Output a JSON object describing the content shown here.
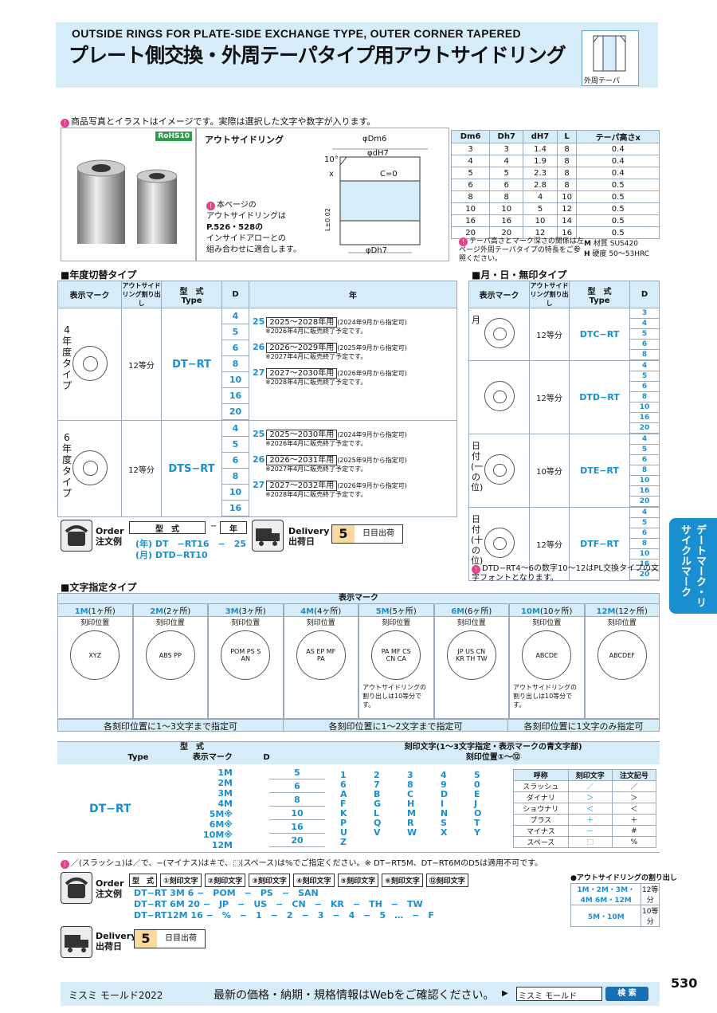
{
  "header": {
    "en_title": "OUTSIDE RINGS FOR PLATE-SIDE EXCHANGE TYPE, OUTER CORNER TAPERED",
    "jp_title": "プレート側交換・外周テーパタイプ用アウトサイドリング",
    "taper_label": "外周テーパ"
  },
  "note_top": "商品写真とイラストはイメージです。実際は選択した文字や数字が入ります。",
  "rohs": "RoHS10",
  "diagram": {
    "label": "アウトサイドリング",
    "dm6": "φDm6",
    "dh7": "φdH7",
    "angle": "10°",
    "c0": "C=0",
    "x": "x",
    "l": "L±0.02",
    "dh7b": "φDh7"
  },
  "compat_note": [
    "本ページの",
    "アウトサイドリングは",
    "P.526・528の",
    "インサイドアローとの",
    "組み合わせに適合します。"
  ],
  "dim_table": {
    "headers": [
      "Dm6",
      "Dh7",
      "dH7",
      "L",
      "テーパ高さx"
    ],
    "rows": [
      [
        "3",
        "3",
        "1.4",
        "8",
        "0.4"
      ],
      [
        "4",
        "4",
        "1.9",
        "8",
        "0.4"
      ],
      [
        "5",
        "5",
        "2.3",
        "8",
        "0.4"
      ],
      [
        "6",
        "6",
        "2.8",
        "8",
        "0.5"
      ],
      [
        "8",
        "8",
        "4",
        "10",
        "0.5"
      ],
      [
        "10",
        "10",
        "5",
        "12",
        "0.5"
      ],
      [
        "16",
        "16",
        "10",
        "14",
        "0.5"
      ],
      [
        "20",
        "20",
        "12",
        "16",
        "0.5"
      ]
    ]
  },
  "taper_note": "テーパ高さとマーク深さの関係は左ページ外周テーパタイプの特長をご参照ください。",
  "material": {
    "m": "材質",
    "m_val": "SUS420",
    "h": "硬度",
    "h_val": "50〜53HRC"
  },
  "year_sec": {
    "title": "■年度切替タイプ",
    "h_mark": "表示マーク",
    "h_split": "アウトサイドリング割り出し",
    "h_type": "型　式",
    "h_type2": "Type",
    "h_d": "D",
    "h_year": "年",
    "r4": {
      "label": "4年度タイプ",
      "split": "12等分",
      "type": "DT−RT",
      "d": [
        "4",
        "5",
        "6",
        "8",
        "10",
        "16",
        "20"
      ],
      "years": [
        {
          "y": "25",
          "r": "2025〜2028年用",
          "n": "(2024年9月から指定可)",
          "s": "※2026年4月に販売終了予定です。"
        },
        {
          "y": "26",
          "r": "2026〜2029年用",
          "n": "(2025年9月から指定可)",
          "s": "※2027年4月に販売終了予定です。"
        },
        {
          "y": "27",
          "r": "2027〜2030年用",
          "n": "(2026年9月から指定可)",
          "s": "※2028年4月に販売終了予定です。"
        }
      ]
    },
    "r6": {
      "label": "6年度タイプ",
      "split": "12等分",
      "type": "DTS−RT",
      "d": [
        "4",
        "5",
        "6",
        "8",
        "10",
        "16"
      ],
      "years": [
        {
          "y": "25",
          "r": "2025〜2030年用",
          "n": "(2024年9月から指定可)",
          "s": "※2026年4月に販売終了予定です。"
        },
        {
          "y": "26",
          "r": "2026〜2031年用",
          "n": "(2025年9月から指定可)",
          "s": "※2027年4月に販売終了予定です。"
        },
        {
          "y": "27",
          "r": "2027〜2032年用",
          "n": "(2026年9月から指定可)",
          "s": "※2028年4月に販売終了予定です。"
        }
      ]
    }
  },
  "mdn_sec": {
    "title": "■月・日・無印タイプ",
    "h_mark": "表示マーク",
    "h_split": "アウトサイドリング割り出し",
    "h_type": "型　式",
    "h_type2": "Type",
    "h_d": "D",
    "rows": [
      {
        "label": "月",
        "split": "12等分",
        "type": "DTC−RT",
        "d": [
          "3",
          "4",
          "5",
          "6",
          "8"
        ]
      },
      {
        "label": "",
        "split": "12等分",
        "type": "DTD−RT",
        "d": [
          "4",
          "5",
          "6",
          "8",
          "10",
          "16",
          "20"
        ]
      },
      {
        "label": "日付(一の位)",
        "split": "10等分",
        "type": "DTE−RT",
        "d": [
          "4",
          "5",
          "6",
          "8",
          "10",
          "16",
          "20"
        ]
      },
      {
        "label": "日付(十の位)",
        "split": "12等分",
        "type": "DTF−RT",
        "d": [
          "4",
          "5",
          "6",
          "8",
          "10",
          "16",
          "20"
        ]
      }
    ],
    "note": "DTD−RT4〜6の数字10〜12はPL交換タイプの文字フォントとなります。"
  },
  "order1": {
    "label": "Order",
    "label2": "注文例",
    "h1": "型　式",
    "h2": "年",
    "r1": "(年) DT　−RT16　−　25",
    "r2": "(月) DTD−RT10",
    "delivery": "Delivery",
    "delivery2": "出荷日",
    "days": "5",
    "days_label": "日目出荷"
  },
  "side_tab": "デートマーク・リサイクルマーク",
  "char_sec": {
    "title": "■文字指定タイプ",
    "h_mark": "表示マーク",
    "cols": [
      {
        "h": "1M",
        "c": "(1ヶ所)",
        "t": "XYZ"
      },
      {
        "h": "2M",
        "c": "(2ヶ所)",
        "t": "ABS PP"
      },
      {
        "h": "3M",
        "c": "(3ヶ所)",
        "t": "POM PS SAN"
      },
      {
        "h": "4M",
        "c": "(4ヶ所)",
        "t": "AS EP MF PA"
      },
      {
        "h": "5M",
        "c": "(5ヶ所)",
        "t": "PA MF CS CN CA"
      },
      {
        "h": "6M",
        "c": "(6ヶ所)",
        "t": "JP US CN KR TH TW"
      },
      {
        "h": "10M",
        "c": "(10ヶ所)",
        "t": "ABCDE"
      },
      {
        "h": "12M",
        "c": "(12ヶ所)",
        "t": "ABCDEF"
      }
    ],
    "pos_label": "刻印位置",
    "split_note": "アウトサイドリングの割り出しは10等分です。",
    "f1": "各刻印位置に1〜3文字まで指定可",
    "f2": "各刻印位置に1〜2文字まで指定可",
    "f3": "各刻印位置に1文字のみ指定可"
  },
  "spec_tbl": {
    "h_type": "型　式",
    "h_type2": "Type",
    "h_mark": "表示マーク",
    "h_d": "D",
    "type": "DT−RT",
    "marks": [
      "1M",
      "2M",
      "3M",
      "4M",
      "5M※",
      "6M※",
      "10M※",
      "12M"
    ],
    "d": [
      "5",
      "6",
      "8",
      "10",
      "16",
      "20"
    ],
    "h_chars": "刻印文字(1〜3文字指定・表示マークの青文字部)",
    "h_pos": "刻印位置①〜⑫",
    "chars": [
      [
        "1",
        "2",
        "3",
        "4",
        "5"
      ],
      [
        "6",
        "7",
        "8",
        "9",
        "0"
      ],
      [
        "A",
        "B",
        "C",
        "D",
        "E"
      ],
      [
        "F",
        "G",
        "H",
        "I",
        "J"
      ],
      [
        "K",
        "L",
        "M",
        "N",
        "O"
      ],
      [
        "P",
        "Q",
        "R",
        "S",
        "T"
      ],
      [
        "U",
        "V",
        "W",
        "X",
        "Y"
      ],
      [
        "Z",
        "",
        "",
        "",
        ""
      ]
    ],
    "sym_h": [
      "呼称",
      "刻印文字",
      "注文記号"
    ],
    "syms": [
      [
        "スラッシュ",
        "／",
        "／"
      ],
      [
        "ダイナリ",
        "＞",
        "＞"
      ],
      [
        "ショウナリ",
        "＜",
        "＜"
      ],
      [
        "プラス",
        "＋",
        "＋"
      ],
      [
        "マイナス",
        "－",
        "#"
      ],
      [
        "スペース",
        "⬚",
        "%"
      ]
    ]
  },
  "sym_note": "／(スラッシュ)は／で、−(マイナス)は＃で、⬚(スペース)は%でご指定ください。※ DT−RT5M、DT−RT6MのD5は適用不可です。",
  "order2": {
    "label": "Order",
    "label2": "注文例",
    "h": [
      "型　式",
      "①刻印文字",
      "②刻印文字",
      "③刻印文字",
      "④刻印文字",
      "⑤刻印文字",
      "⑥刻印文字",
      "⑫刻印文字"
    ],
    "rows": [
      "DT−RT 3M 6 −　POM　−　PS　−　SAN",
      "DT−RT 6M 20 −　JP　−　US　−　CN　−　KR　−　TH　−　TW",
      "DT−RT12M 16 −　%　−　1　−　2　−　3　−　4　−　5　…　−　F"
    ],
    "split_h": "●アウトサイドリングの割り出し",
    "split_rows": [
      [
        "1M・2M・3M・4M 6M・12M",
        "12等分"
      ],
      [
        "5M・10M",
        "10等分"
      ]
    ]
  },
  "delivery2": {
    "label": "Delivery",
    "label2": "出荷日",
    "days": "5",
    "days_label": "日目出荷"
  },
  "footer": {
    "brand": "ミスミ モールド2022",
    "text": "最新の価格・納期・規格情報はWebをご確認ください。",
    "search_input": "ミスミ モールド",
    "search_btn": "検 索",
    "page": "530"
  }
}
